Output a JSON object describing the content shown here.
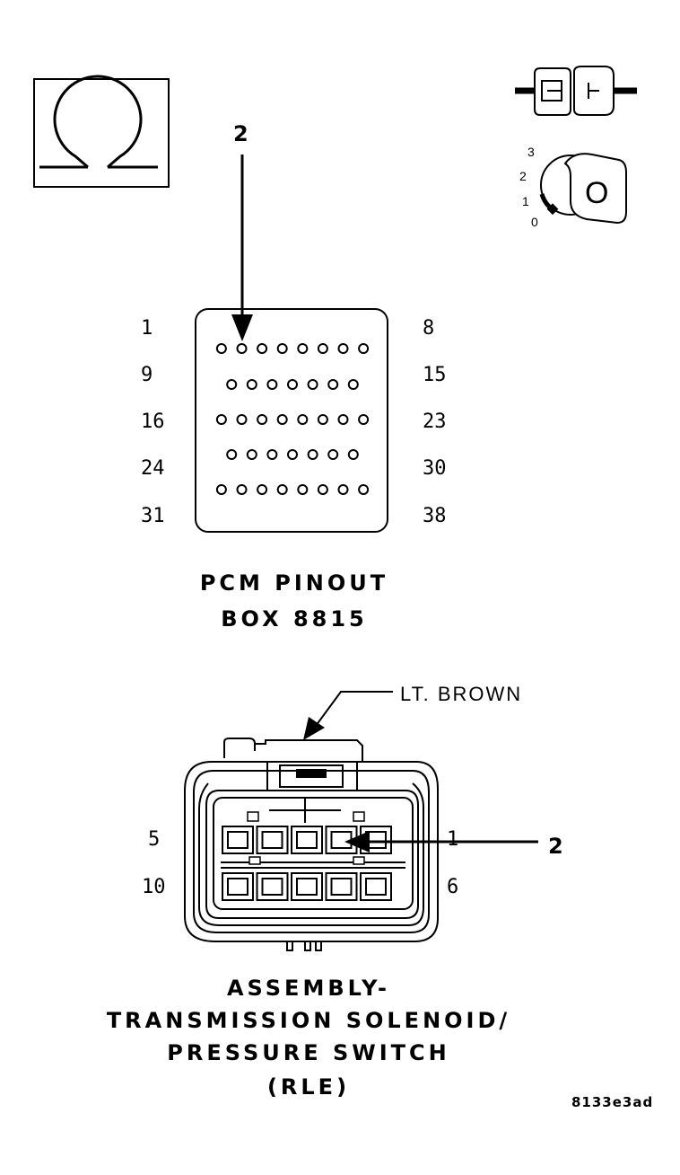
{
  "ohmmeter": {
    "icon": "ohm-symbol-icon"
  },
  "ignition": {
    "connector_icon": "disconnect-connector-icon",
    "key_icon": "ignition-key-icon",
    "key_letter": "O",
    "positions": [
      "3",
      "2",
      "1",
      "0"
    ]
  },
  "pcm": {
    "callout": "2",
    "title": "PCM PINOUT",
    "subtitle": "BOX 8815",
    "row_labels_left": [
      "1",
      "9",
      "16",
      "24",
      "31"
    ],
    "row_labels_right": [
      "8",
      "15",
      "23",
      "30",
      "38"
    ],
    "row_pin_counts": [
      8,
      7,
      8,
      7,
      8
    ]
  },
  "solenoid": {
    "wire_color": "LT. BROWN",
    "callout": "2",
    "title_lines": [
      "ASSEMBLY-",
      "TRANSMISSION SOLENOID/",
      "PRESSURE SWITCH",
      "(RLE)"
    ],
    "labels": {
      "top_left": "5",
      "top_right": "1",
      "bottom_left": "10",
      "bottom_right": "6"
    }
  },
  "figure_ref": "8133e3ad"
}
